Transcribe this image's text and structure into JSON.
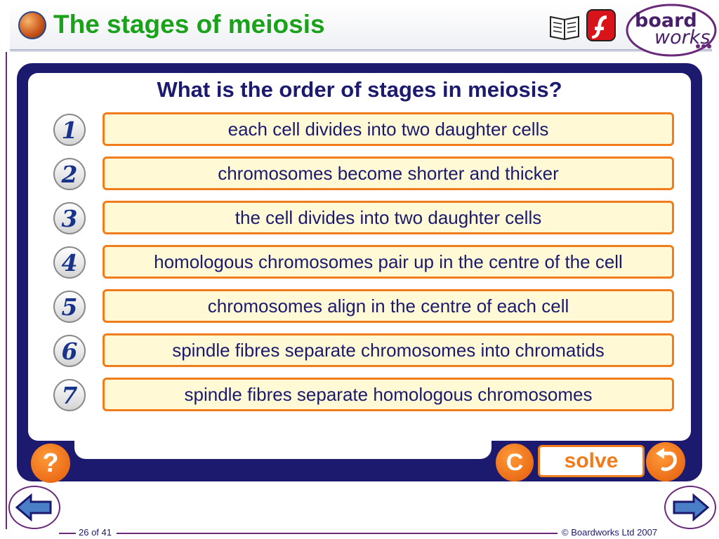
{
  "header": {
    "title": "The stages of meiosis"
  },
  "logo": {
    "board": "board",
    "works": "works"
  },
  "question": "What is the order of stages in meiosis?",
  "items": [
    {
      "number": "1",
      "text": "each cell divides into two daughter cells"
    },
    {
      "number": "2",
      "text": "chromosomes become shorter and thicker"
    },
    {
      "number": "3",
      "text": "the cell divides into two daughter cells"
    },
    {
      "number": "4",
      "text": "homologous chromosomes pair up in the centre of the cell"
    },
    {
      "number": "5",
      "text": "chromosomes align in the centre of each cell"
    },
    {
      "number": "6",
      "text": "spindle fibres separate chromosomes into chromatids"
    },
    {
      "number": "7",
      "text": "spindle fibres separate homologous chromosomes"
    }
  ],
  "controls": {
    "help": "?",
    "reset": "C",
    "solve": "solve"
  },
  "footer": {
    "page": "26 of 41",
    "copyright": "© Boardworks Ltd 2007"
  },
  "colors": {
    "title": "#1aa21a",
    "panel": "#1c1a6e",
    "accent": "#f07c1c",
    "card_fill": "#fff9d6"
  }
}
